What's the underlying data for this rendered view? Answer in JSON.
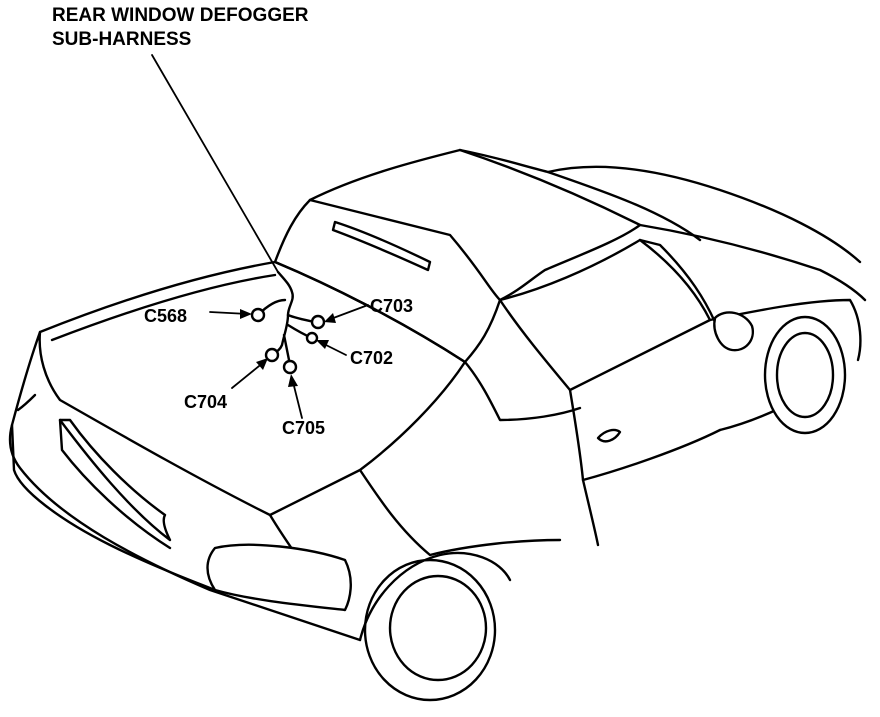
{
  "title": {
    "line1": "REAR WINDOW DEFOGGER",
    "line2": "SUB-HARNESS"
  },
  "connectors": {
    "c568": "C568",
    "c703": "C703",
    "c702": "C702",
    "c704": "C704",
    "c705": "C705"
  }
}
